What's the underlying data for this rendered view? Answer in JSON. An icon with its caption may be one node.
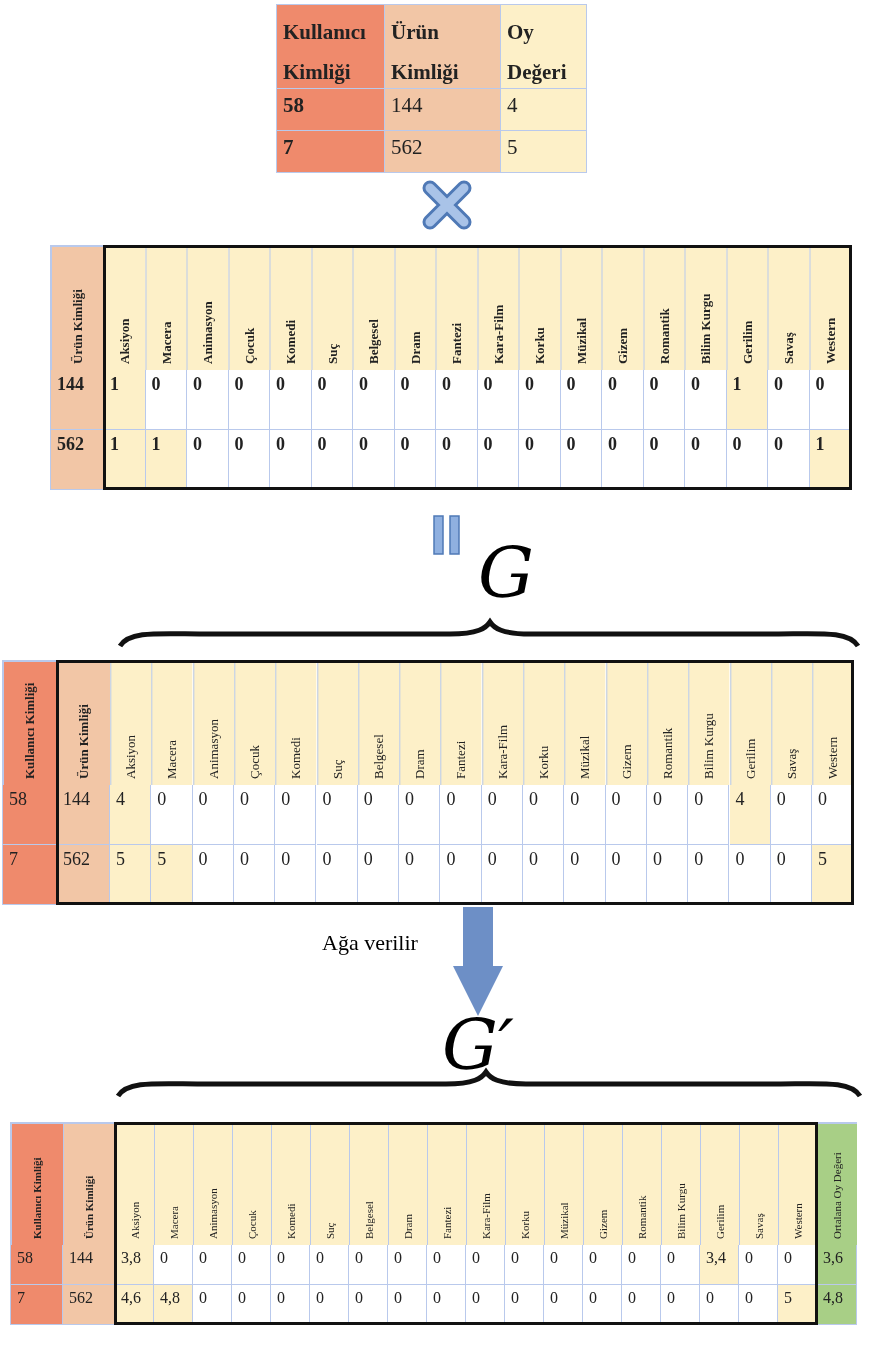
{
  "diagram": {
    "nodes": [
      {
        "text": [
          "Kullanıcı Kimliği",
          "Ürün Kimliği",
          "Oy Değeri",
          "58",
          "144",
          "4",
          "7",
          "562",
          "5"
        ]
      },
      {
        "text": [
          "Ürün Kimliği",
          "Aksiyon",
          "Macera",
          "Animasyon",
          "Çocuk",
          "Komedi",
          "Suç",
          "Belgesel",
          "Dram",
          "Fantezi",
          "Kara-Film",
          "Korku",
          "Müzikal",
          "Gizem",
          "Romantik",
          "Bilim Kurgu",
          "Gerilim",
          "Savaş",
          "Western",
          "144",
          "1",
          "0",
          "0",
          "0",
          "0",
          "0",
          "0",
          "0",
          "0",
          "0",
          "0",
          "0",
          "0",
          "0",
          "0",
          "1",
          "0",
          "0",
          "562",
          "1",
          "1",
          "0",
          "0",
          "0",
          "0",
          "0",
          "0",
          "0",
          "0",
          "0",
          "0",
          "0",
          "0",
          "0",
          "0",
          "0",
          "1"
        ]
      },
      {
        "text": [
          "Kullanıcı Kimliği",
          "Ürün Kimliği",
          "Aksiyon",
          "Macera",
          "Animasyon",
          "Çocuk",
          "Komedi",
          "Suç",
          "Belgesel",
          "Dram",
          "Fantezi",
          "Kara-Film",
          "Korku",
          "Müzikal",
          "Gizem",
          "Romantik",
          "Bilim Kurgu",
          "Gerilim",
          "Savaş",
          "Western",
          "58",
          "144",
          "4",
          "0",
          "0",
          "0",
          "0",
          "0",
          "0",
          "0",
          "0",
          "0",
          "0",
          "0",
          "0",
          "0",
          "0",
          "4",
          "0",
          "0",
          "7",
          "562",
          "5",
          "5",
          "0",
          "0",
          "0",
          "0",
          "0",
          "0",
          "0",
          "0",
          "0",
          "0",
          "0",
          "0",
          "0",
          "0",
          "0",
          "5"
        ]
      },
      {
        "text": [
          "G′"
        ]
      },
      {
        "text": [
          "Kullanıcı Kimliği",
          "Ürün Kimliği",
          "Aksiyon",
          "Macera",
          "Animasyon",
          "Çocuk",
          "Komedi",
          "Suç",
          "Belgesel",
          "Dram",
          "Fantezi",
          "Kara-Film",
          "Korku",
          "Müzikal",
          "Gizem",
          "Romantik",
          "Bilim Kurgu",
          "Gerilim",
          "Savaş",
          "Western",
          "Ortalana Oy Değeri",
          "58",
          "144",
          "3,8",
          "0",
          "0",
          "0",
          "0",
          "0",
          "0",
          "0",
          "0",
          "0",
          "0",
          "0",
          "0",
          "0",
          "0",
          "3,4",
          "0",
          "0",
          "3,6",
          "7",
          "562",
          "4,6",
          "4,8",
          "0",
          "0",
          "0",
          "0",
          "0",
          "0",
          "0",
          "0",
          "0",
          "0",
          "0",
          "0",
          "0",
          "0",
          "0",
          "5",
          "4,8"
        ]
      }
    ],
    "edges": [
      {
        "from": 2,
        "to": 3,
        "arrow": "to",
        "label": "Ağa verilir"
      }
    ],
    "labels": [
      "G"
    ]
  }
}
